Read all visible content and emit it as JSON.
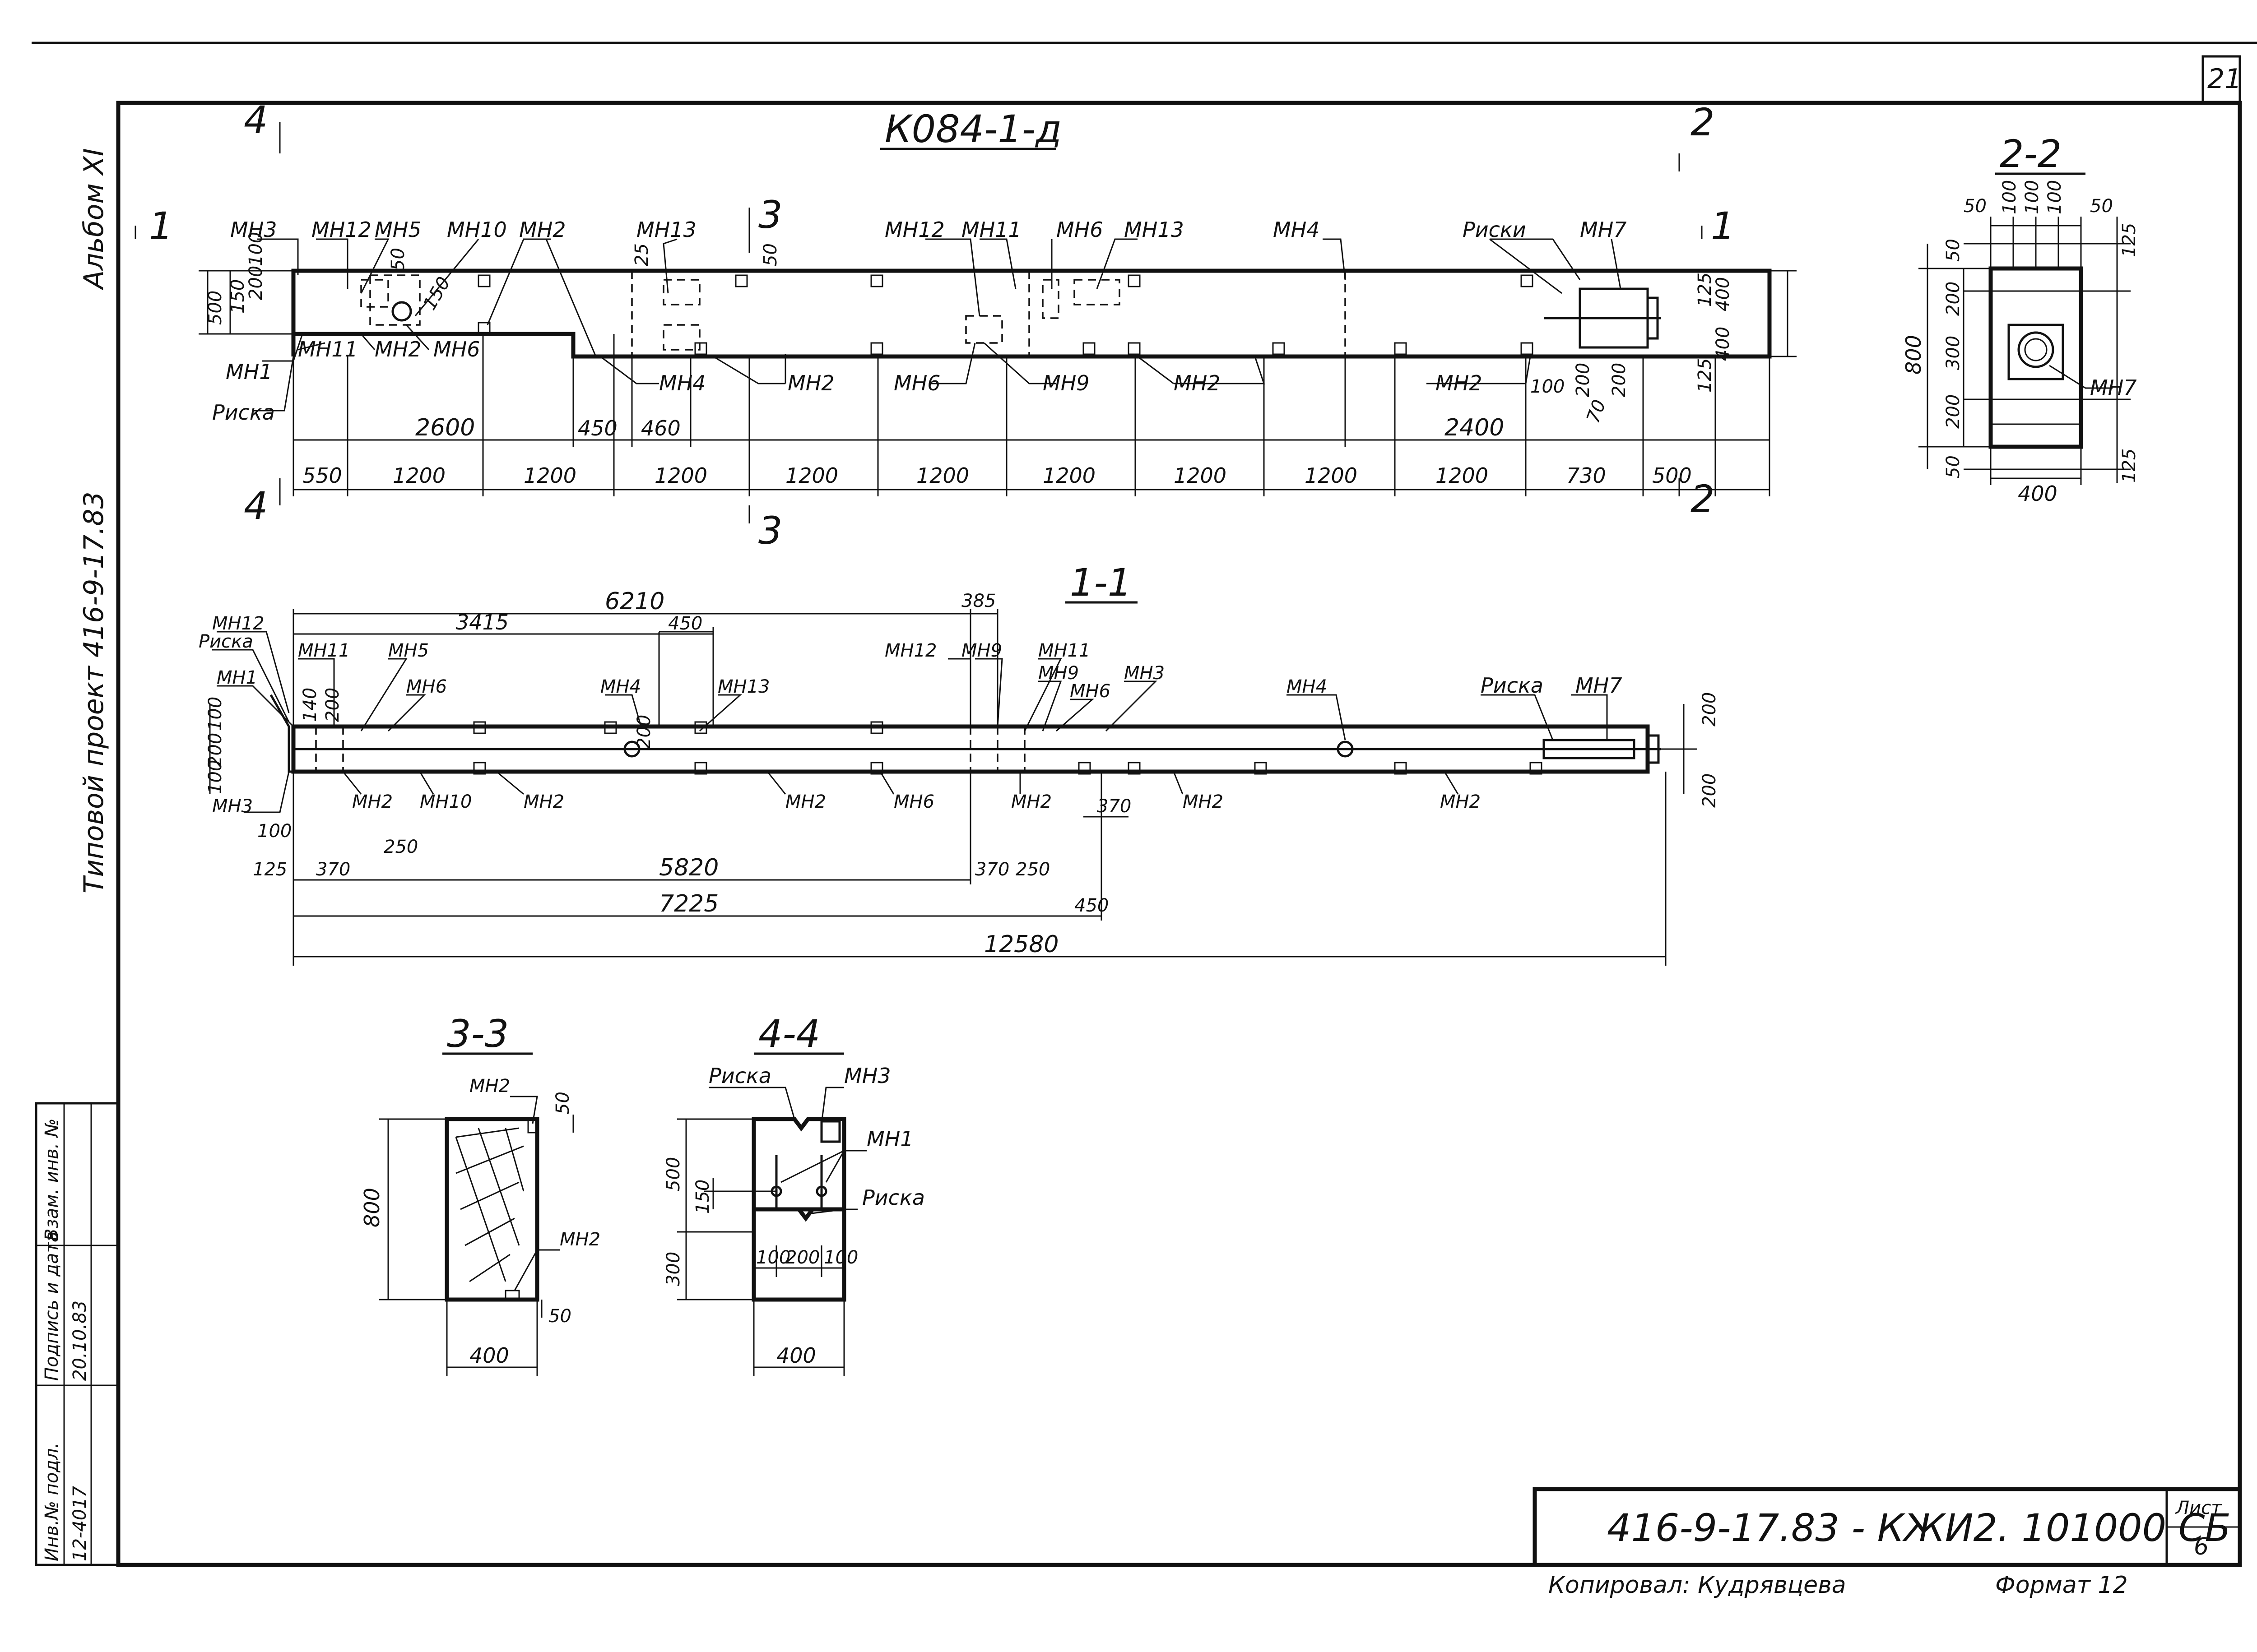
{
  "sheet": {
    "page_number": "21",
    "album": "Альбом XI",
    "project": "Типовой проект 416-9-17.83",
    "title_code": "416-9-17.83 - КЖИ2. 101000 СБ",
    "sheet_label": "Лист",
    "sheet_number": "6",
    "copied_by": "Копировал: Кудрявцева",
    "format": "Формат 12",
    "stamp": {
      "col1": "Инв.№ подл.",
      "col2": "Подпись и дата",
      "col3": "Взам. инв. №",
      "val1": "12-4017",
      "val2": "20.10.83"
    }
  },
  "drawing": {
    "element_mark": "К084-1-д",
    "sections": {
      "s22": "2-2",
      "s11": "1-1",
      "s33": "3-3",
      "s44": "4-4"
    },
    "cut_marks": {
      "c1": "1",
      "c2": "2",
      "c3": "3",
      "c4": "4"
    },
    "plan_labels": {
      "mn3": "МН3",
      "mn12": "МН12",
      "mn5": "МН5",
      "mn10": "МН10",
      "mn2a": "МН2",
      "mn13a": "МН13",
      "mn12b": "МН12",
      "mn11": "МН11",
      "mn6": "МН6",
      "mn13b": "МН13",
      "mn4": "МН4",
      "riski": "Риски",
      "mn7": "МН7",
      "mn1": "МН1",
      "mn11b": "МН11",
      "mn2b": "МН2",
      "mn6b": "МН6",
      "riska": "Риска",
      "mn4b": "МН4",
      "mn2c": "МН2",
      "mn6c": "МН6",
      "mn9": "МН9",
      "mn2d": "МН2",
      "mn2e": "МН2"
    },
    "plan_dims": {
      "h500": "500",
      "h150": "150",
      "h200": "200",
      "h100": "100",
      "d50": "50",
      "d150b": "150",
      "d25": "25",
      "d50b": "50",
      "r125": "125",
      "r400": "400",
      "r400b": "400",
      "r125b": "125",
      "b100": "100",
      "b200": "200",
      "b70": "70",
      "b200b": "200",
      "l2600": "2600",
      "l450": "450",
      "l460": "460",
      "l2400": "2400",
      "s550": "550",
      "s1200a": "1200",
      "s1200b": "1200",
      "s1200c": "1200",
      "s1200d": "1200",
      "s1200e": "1200",
      "s1200f": "1200",
      "s1200g": "1200",
      "s1200h": "1200",
      "s1200i": "1200",
      "s730": "730",
      "s500": "500"
    },
    "sec11_labels": {
      "mn12": "МН12",
      "riska": "Риска",
      "mn1": "МН1",
      "mn11": "МН11",
      "mn5": "МН5",
      "mn6": "МН6",
      "mn4": "МН4",
      "mn13": "МН13",
      "mn12b": "МН12",
      "mn9": "МН9",
      "mn11b": "МН11",
      "mn9b": "МН9",
      "mn6b": "МН6",
      "mn3": "МН3",
      "mn4b": "МН4",
      "riska2": "Риска",
      "mn7": "МН7",
      "mn3b": "МН3",
      "mn2": "МН2",
      "mn10": "МН10",
      "mn2b": "МН2",
      "mn2c": "МН2",
      "mn6c": "МН6",
      "mn2d": "МН2",
      "mn2e": "МН2",
      "mn2f": "МН2"
    },
    "sec11_dims": {
      "d6210": "6210",
      "d385": "385",
      "d3415": "3415",
      "d450": "450",
      "v100": "100",
      "v200": "200",
      "v100b": "100",
      "v140": "140",
      "v200c": "200",
      "v200d": "200",
      "r200": "200",
      "r200b": "200",
      "d100": "100",
      "d250": "250",
      "d125": "125",
      "d370": "370",
      "d5820": "5820",
      "d370b": "370",
      "d250b": "250",
      "d370c": "370",
      "d7225": "7225",
      "d450b": "450",
      "d12580": "12580"
    },
    "sec22": {
      "mn7": "МН7",
      "t50a": "50",
      "t100a": "100",
      "t100b": "100",
      "t100c": "100",
      "t50b": "50",
      "l50": "50",
      "l200": "200",
      "l300": "300",
      "l200b": "200",
      "l50b": "50",
      "h800": "800",
      "r125": "125",
      "r125b": "125",
      "w400": "400"
    },
    "sec33": {
      "mn2a": "МН2",
      "mn2b": "МН2",
      "d50a": "50",
      "d50b": "50",
      "h800": "800",
      "w400": "400"
    },
    "sec44": {
      "riska": "Риска",
      "mn3": "МН3",
      "mn1": "МН1",
      "riska2": "Риска",
      "h500": "500",
      "h150": "150",
      "h300": "300",
      "b100": "100",
      "b200": "200",
      "b100b": "100",
      "w400": "400"
    }
  }
}
